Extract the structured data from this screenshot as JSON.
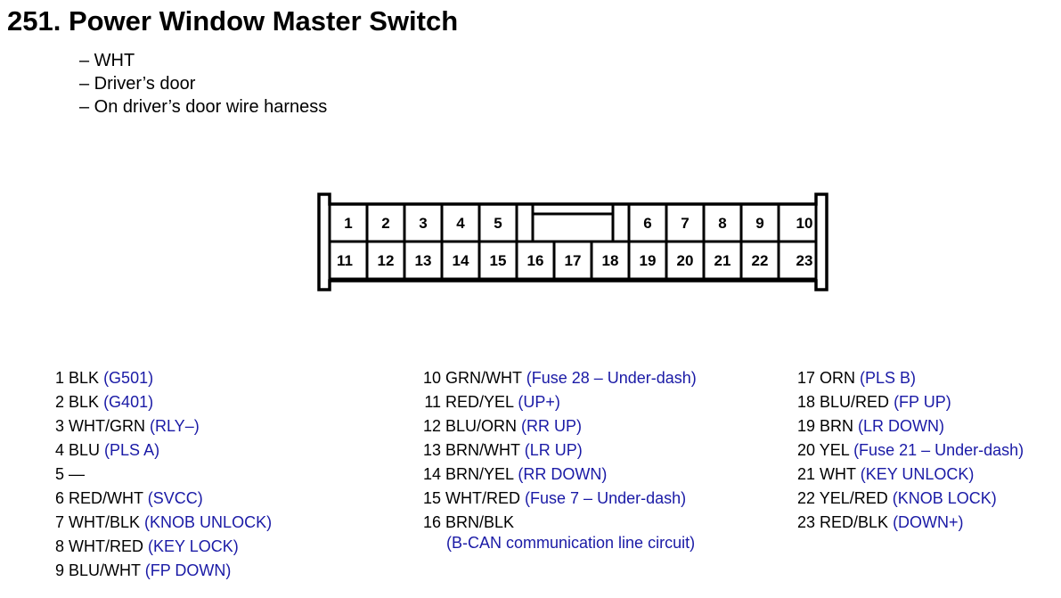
{
  "title": "251. Power Window Master Switch",
  "notes": [
    "– WHT",
    "– Driver’s door",
    "– On driver’s door wire harness"
  ],
  "colors": {
    "text": "#000000",
    "function": "#1a1aa6",
    "outline": "#000000"
  },
  "connector": {
    "top_row": [
      "1",
      "2",
      "3",
      "4",
      "5",
      "",
      "6",
      "7",
      "8",
      "9",
      "10"
    ],
    "bottom_row": [
      "11",
      "12",
      "13",
      "14",
      "15",
      "16",
      "17",
      "18",
      "19",
      "20",
      "21",
      "22",
      "23"
    ]
  },
  "pins": [
    {
      "num": "1",
      "wire": "BLK",
      "desc": "(G501)"
    },
    {
      "num": "2",
      "wire": "BLK",
      "desc": "(G401)"
    },
    {
      "num": "3",
      "wire": "WHT/GRN",
      "desc": "(RLY–)"
    },
    {
      "num": "4",
      "wire": "BLU",
      "desc": "(PLS A)"
    },
    {
      "num": "5",
      "wire": "—",
      "desc": ""
    },
    {
      "num": "6",
      "wire": "RED/WHT",
      "desc": "(SVCC)"
    },
    {
      "num": "7",
      "wire": "WHT/BLK",
      "desc": "(KNOB UNLOCK)"
    },
    {
      "num": "8",
      "wire": "WHT/RED",
      "desc": "(KEY LOCK)"
    },
    {
      "num": "9",
      "wire": "BLU/WHT",
      "desc": "(FP DOWN)"
    },
    {
      "num": "10",
      "wire": "GRN/WHT",
      "desc": "(Fuse 28 – Under-dash)"
    },
    {
      "num": "11",
      "wire": "RED/YEL",
      "desc": "(UP+)"
    },
    {
      "num": "12",
      "wire": "BLU/ORN",
      "desc": "(RR UP)"
    },
    {
      "num": "13",
      "wire": "BRN/WHT",
      "desc": "(LR UP)"
    },
    {
      "num": "14",
      "wire": "BRN/YEL",
      "desc": "(RR DOWN)"
    },
    {
      "num": "15",
      "wire": "WHT/RED",
      "desc": "(Fuse 7 – Under-dash)"
    },
    {
      "num": "16",
      "wire": "BRN/BLK",
      "desc": "",
      "desc2": "(B-CAN communication line circuit)"
    },
    {
      "num": "17",
      "wire": "ORN",
      "desc": "(PLS B)"
    },
    {
      "num": "18",
      "wire": "BLU/RED",
      "desc": "(FP UP)"
    },
    {
      "num": "19",
      "wire": "BRN",
      "desc": "(LR DOWN)"
    },
    {
      "num": "20",
      "wire": "YEL",
      "desc": "(Fuse 21 – Under-dash)"
    },
    {
      "num": "21",
      "wire": "WHT",
      "desc": "(KEY UNLOCK)"
    },
    {
      "num": "22",
      "wire": "YEL/RED",
      "desc": "(KNOB LOCK)"
    },
    {
      "num": "23",
      "wire": "RED/BLK",
      "desc": "(DOWN+)"
    }
  ]
}
